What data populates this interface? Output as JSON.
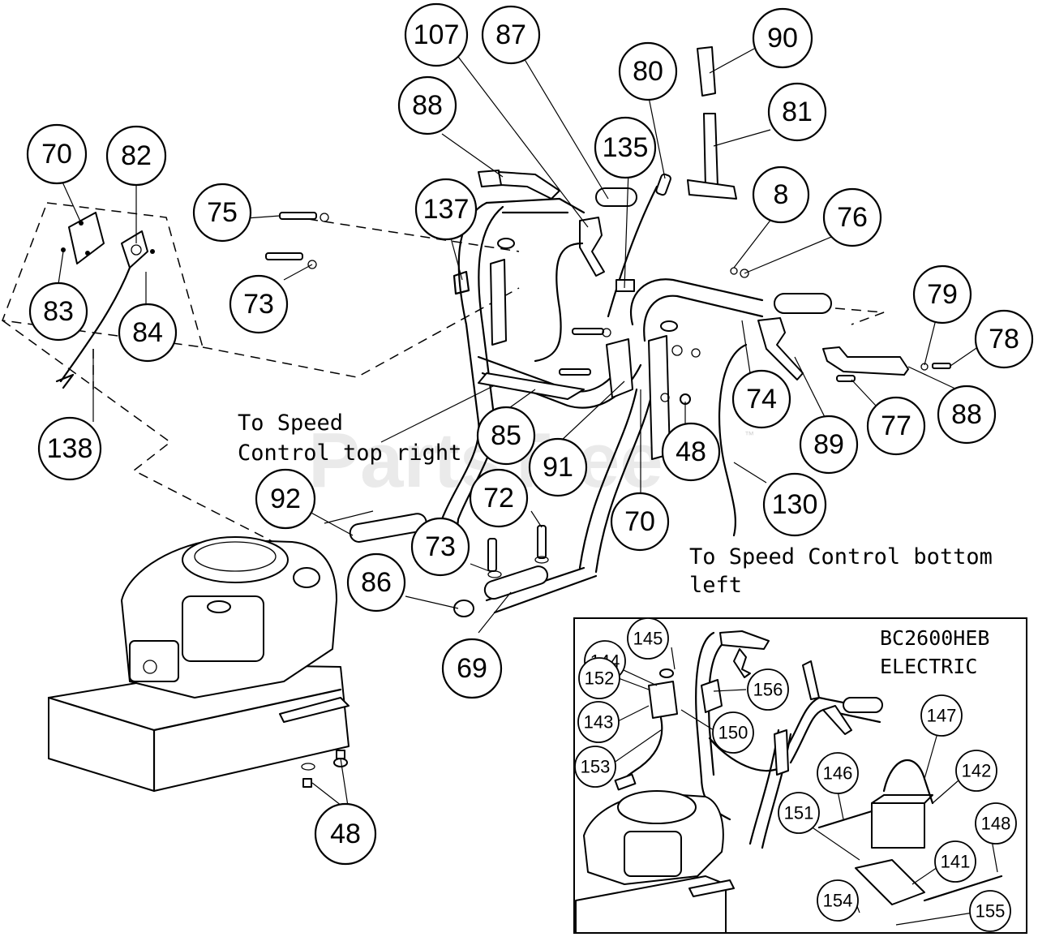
{
  "watermark": {
    "text": "PartsTree",
    "tm": "™"
  },
  "notes": {
    "speed_top_line1": "To Speed",
    "speed_top_line2": "Control top right",
    "speed_bottom_line1": "To Speed Control bottom",
    "speed_bottom_line2": "left"
  },
  "inset": {
    "title_line1": "BC2600HEB",
    "title_line2": "ELECTRIC"
  },
  "callouts": [
    "107",
    "87",
    "90",
    "80",
    "88",
    "81",
    "135",
    "70",
    "82",
    "137",
    "8",
    "76",
    "75",
    "73",
    "83",
    "84",
    "79",
    "78",
    "74",
    "138",
    "85",
    "91",
    "48",
    "89",
    "77",
    "88",
    "92",
    "72",
    "70",
    "130",
    "73",
    "86",
    "69",
    "48"
  ],
  "inset_callouts": [
    "144",
    "145",
    "152",
    "156",
    "143",
    "150",
    "147",
    "153",
    "146",
    "142",
    "151",
    "148",
    "141",
    "154",
    "155"
  ],
  "colors": {
    "line": "#000000",
    "background": "#ffffff",
    "watermark": "#d9d9d9"
  }
}
